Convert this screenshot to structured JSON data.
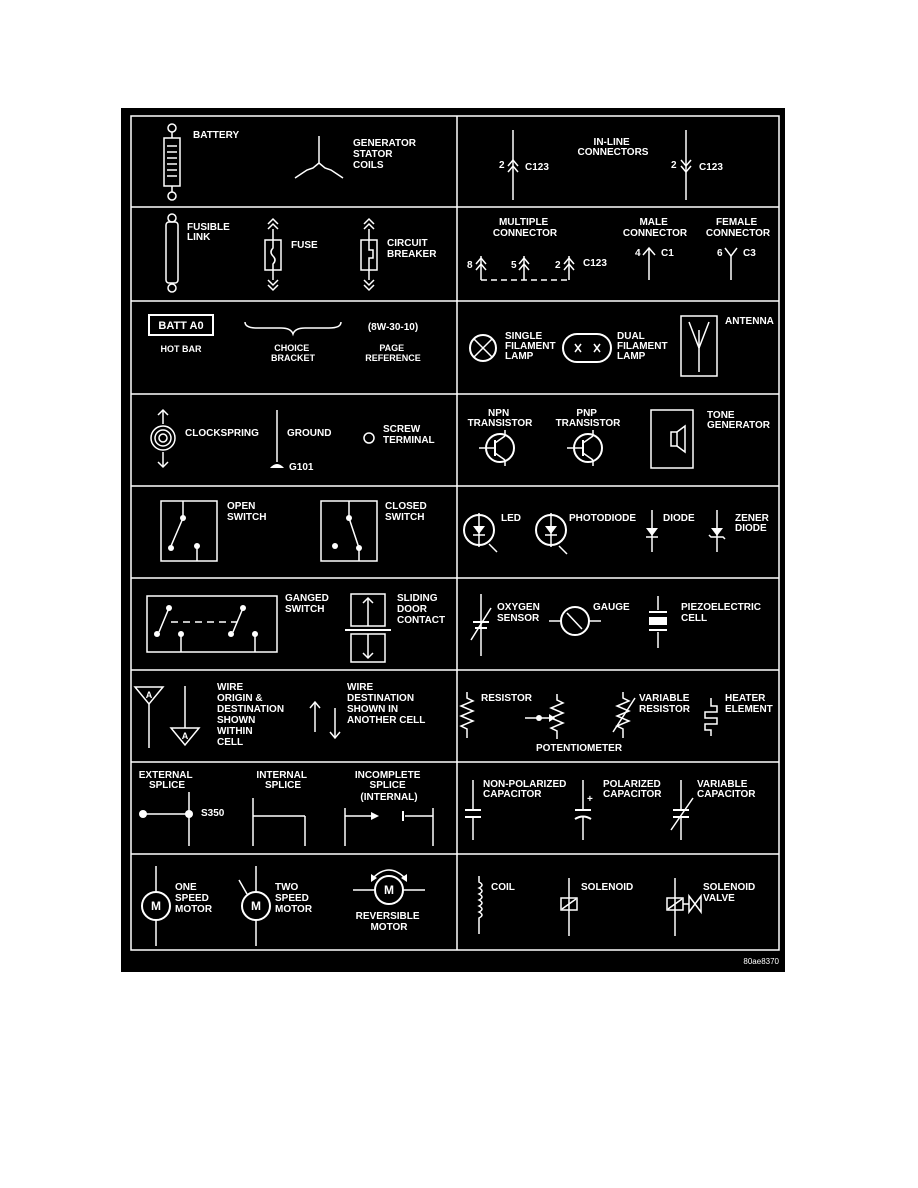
{
  "figure_code": "80ae8370",
  "cells": {
    "battery": {
      "label": "BATTERY"
    },
    "generator": {
      "label": [
        "GENERATOR",
        "STATOR",
        "COILS"
      ]
    },
    "inline": {
      "title": [
        "IN-LINE",
        "CONNECTORS"
      ],
      "pin_a": "2",
      "id_a": "C123",
      "pin_b": "2",
      "id_b": "C123"
    },
    "fusible": {
      "label": [
        "FUSIBLE",
        "LINK"
      ]
    },
    "fuse": {
      "label": "FUSE"
    },
    "breaker": {
      "label": [
        "CIRCUIT",
        "BREAKER"
      ]
    },
    "multiple": {
      "title": [
        "MULTIPLE",
        "CONNECTOR"
      ],
      "pins": [
        "8",
        "5",
        "2"
      ],
      "id": "C123"
    },
    "male": {
      "title": [
        "MALE",
        "CONNECTOR"
      ],
      "pin": "4",
      "id": "C1"
    },
    "female": {
      "title": [
        "FEMALE",
        "CONNECTOR"
      ],
      "pin": "6",
      "id": "C3"
    },
    "hotbar": {
      "box": "BATT A0",
      "label": "HOT BAR"
    },
    "bracket": {
      "label": [
        "CHOICE",
        "BRACKET"
      ]
    },
    "pageref": {
      "value": "(8W-30-10)",
      "label": [
        "PAGE",
        "REFERENCE"
      ]
    },
    "single_lamp": {
      "label": [
        "SINGLE",
        "FILAMENT",
        "LAMP"
      ]
    },
    "dual_lamp": {
      "label": [
        "DUAL",
        "FILAMENT",
        "LAMP"
      ]
    },
    "antenna": {
      "label": "ANTENNA"
    },
    "clockspring": {
      "label": "CLOCKSPRING"
    },
    "ground": {
      "label": "GROUND",
      "id": "G101"
    },
    "screw": {
      "label": [
        "SCREW",
        "TERMINAL"
      ]
    },
    "npn": {
      "label": [
        "NPN",
        "TRANSISTOR"
      ]
    },
    "pnp": {
      "label": [
        "PNP",
        "TRANSISTOR"
      ]
    },
    "tone": {
      "label": [
        "TONE",
        "GENERATOR"
      ]
    },
    "open_switch": {
      "label": [
        "OPEN",
        "SWITCH"
      ]
    },
    "closed_switch": {
      "label": [
        "CLOSED",
        "SWITCH"
      ]
    },
    "led": {
      "label": "LED"
    },
    "photodiode": {
      "label": "PHOTODIODE"
    },
    "diode": {
      "label": "DIODE"
    },
    "zener": {
      "label": [
        "ZENER",
        "DIODE"
      ]
    },
    "ganged": {
      "label": [
        "GANGED",
        "SWITCH"
      ]
    },
    "sliding": {
      "label": [
        "SLIDING",
        "DOOR",
        "CONTACT"
      ]
    },
    "oxygen": {
      "label": [
        "OXYGEN",
        "SENSOR"
      ]
    },
    "gauge": {
      "label": "GAUGE"
    },
    "piezo": {
      "label": [
        "PIEZOELECTRIC",
        "CELL"
      ]
    },
    "wire_origin": {
      "marker": "A",
      "label": [
        "WIRE",
        "ORIGIN &",
        "DESTINATION",
        "SHOWN",
        "WITHIN",
        "CELL"
      ]
    },
    "wire_dest": {
      "label": [
        "WIRE",
        "DESTINATION",
        "SHOWN IN",
        "ANOTHER CELL"
      ]
    },
    "resistor": {
      "label": "RESISTOR"
    },
    "potentiometer": {
      "label": "POTENTIOMETER"
    },
    "var_resistor": {
      "label": [
        "VARIABLE",
        "RESISTOR"
      ]
    },
    "heater": {
      "label": [
        "HEATER",
        "ELEMENT"
      ]
    },
    "ext_splice": {
      "label": [
        "EXTERNAL",
        "SPLICE"
      ],
      "id": "S350"
    },
    "int_splice": {
      "label": [
        "INTERNAL",
        "SPLICE"
      ]
    },
    "inc_splice": {
      "label": [
        "INCOMPLETE",
        "SPLICE",
        "(INTERNAL)"
      ]
    },
    "np_cap": {
      "label": [
        "NON-POLARIZED",
        "CAPACITOR"
      ]
    },
    "pol_cap": {
      "label": [
        "POLARIZED",
        "CAPACITOR"
      ],
      "sign": "+"
    },
    "var_cap": {
      "label": [
        "VARIABLE",
        "CAPACITOR"
      ]
    },
    "one_motor": {
      "marker": "M",
      "label": [
        "ONE",
        "SPEED",
        "MOTOR"
      ]
    },
    "two_motor": {
      "marker": "M",
      "label": [
        "TWO",
        "SPEED",
        "MOTOR"
      ]
    },
    "rev_motor": {
      "marker": "M",
      "label": [
        "REVERSIBLE",
        "MOTOR"
      ]
    },
    "coil": {
      "label": "COIL"
    },
    "solenoid": {
      "label": "SOLENOID"
    },
    "sol_valve": {
      "label": [
        "SOLENOID",
        "VALVE"
      ]
    }
  }
}
